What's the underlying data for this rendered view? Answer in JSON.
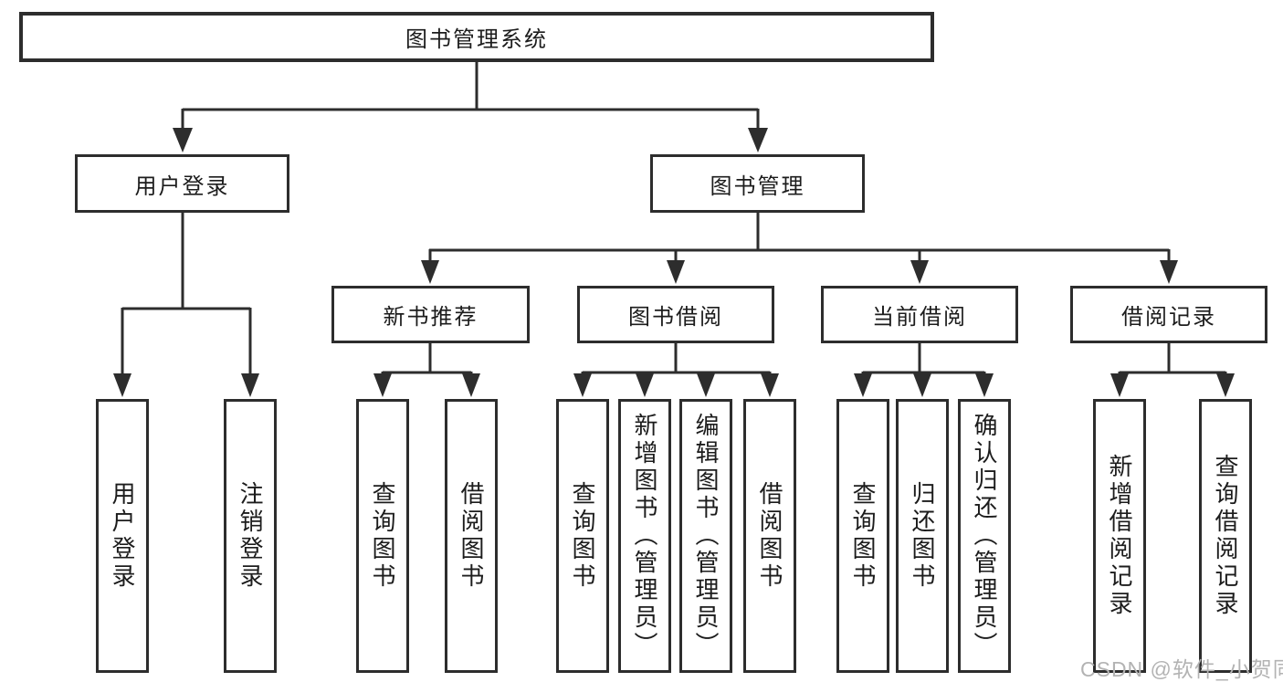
{
  "diagram": {
    "colors": {
      "line": "#2d2d2d",
      "text": "#1c1c1c",
      "background": "#ffffff",
      "watermark": "#b3b3b3"
    },
    "watermark": {
      "text": "CSDN @软件_小贺同学"
    },
    "tree": {
      "root": {
        "label": "图书管理系统",
        "children": [
          {
            "label": "用户登录",
            "children": [
              {
                "label": "用户登录"
              },
              {
                "label": "注销登录"
              }
            ]
          },
          {
            "label": "图书管理",
            "children": [
              {
                "label": "新书推荐",
                "children": [
                  {
                    "label": "查询图书"
                  },
                  {
                    "label": "借阅图书"
                  }
                ]
              },
              {
                "label": "图书借阅",
                "children": [
                  {
                    "label": "查询图书"
                  },
                  {
                    "label": "新增图书（管理员）"
                  },
                  {
                    "label": "编辑图书（管理员）"
                  },
                  {
                    "label": "借阅图书"
                  }
                ]
              },
              {
                "label": "当前借阅",
                "children": [
                  {
                    "label": "查询图书"
                  },
                  {
                    "label": "归还图书"
                  },
                  {
                    "label": "确认归还（管理员）"
                  }
                ]
              },
              {
                "label": "借阅记录",
                "children": [
                  {
                    "label": "新增借阅记录"
                  },
                  {
                    "label": "查询借阅记录"
                  }
                ]
              }
            ]
          }
        ]
      }
    }
  }
}
